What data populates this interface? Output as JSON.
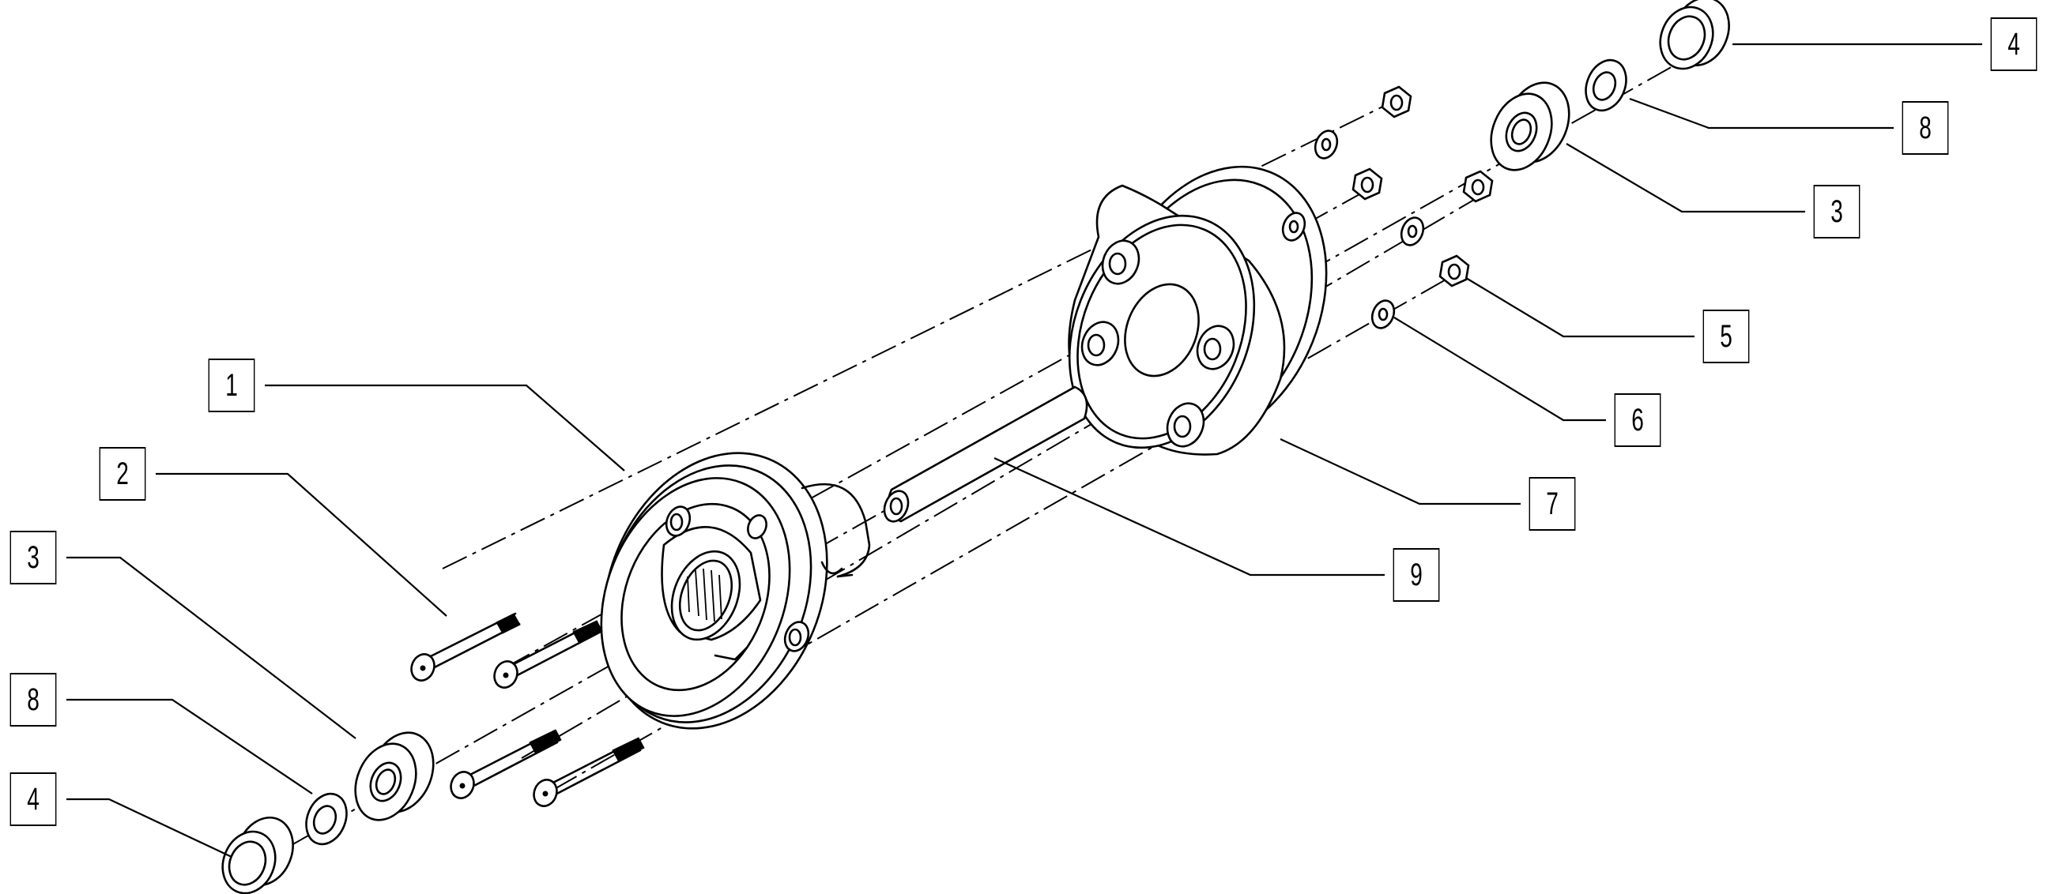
{
  "callouts": [
    {
      "id": "c1",
      "text": "1"
    },
    {
      "id": "c2",
      "text": "2"
    },
    {
      "id": "c3a",
      "text": "3"
    },
    {
      "id": "c8a",
      "text": "8"
    },
    {
      "id": "c4a",
      "text": "4"
    },
    {
      "id": "c4b",
      "text": "4"
    },
    {
      "id": "c8b",
      "text": "8"
    },
    {
      "id": "c3b",
      "text": "3"
    },
    {
      "id": "c5",
      "text": "5"
    },
    {
      "id": "c6",
      "text": "6"
    },
    {
      "id": "c7",
      "text": "7"
    },
    {
      "id": "c9",
      "text": "9"
    }
  ]
}
